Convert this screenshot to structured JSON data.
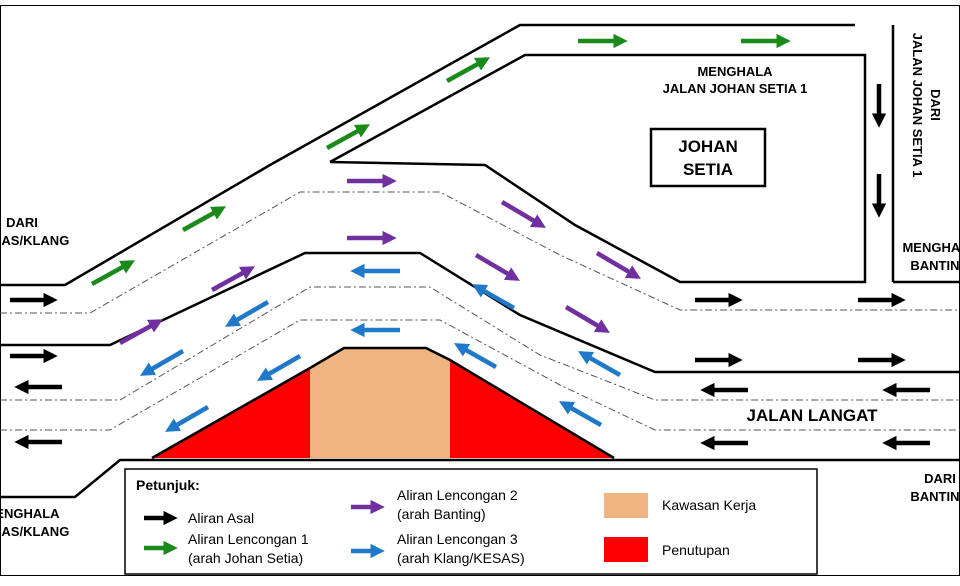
{
  "colors": {
    "black": "#000000",
    "green": "#1a8a1a",
    "purple": "#7030a0",
    "blue": "#1f78c8",
    "work_zone": "#f0b483",
    "closure": "#ff0000"
  },
  "labels": {
    "dari_kesas_l1": "DARI",
    "dari_kesas_l2": "KESAS/KLANG",
    "menghala_kesas_l1": "MENGHALA",
    "menghala_kesas_l2": "KESAS/KLANG",
    "menghala_johan_l1": "MENGHALA",
    "menghala_johan_l2": "JALAN JOHAN SETIA 1",
    "johan_setia_l1": "JOHAN",
    "johan_setia_l2": "SETIA",
    "dari_johan_l1": "DARI",
    "dari_johan_l2": "JALAN JOHAN SETIA 1",
    "menghala_banting_l1": "MENGHALA",
    "menghala_banting_l2": "BANTING",
    "jalan_langat": "JALAN LANGAT",
    "dari_banting_l1": "DARI",
    "dari_banting_l2": "BANTING"
  },
  "legend": {
    "title": "Petunjuk:",
    "asal": "Aliran Asal",
    "lencongan1_l1": "Aliran Lencongan 1",
    "lencongan1_l2": "(arah Johan Setia)",
    "lencongan2_l1": "Aliran Lencongan 2",
    "lencongan2_l2": "(arah Banting)",
    "lencongan3_l1": "Aliran Lencongan 3",
    "lencongan3_l2": "(arah Klang/KESAS)",
    "kerja": "Kawasan Kerja",
    "penutupan": "Penutupan"
  }
}
